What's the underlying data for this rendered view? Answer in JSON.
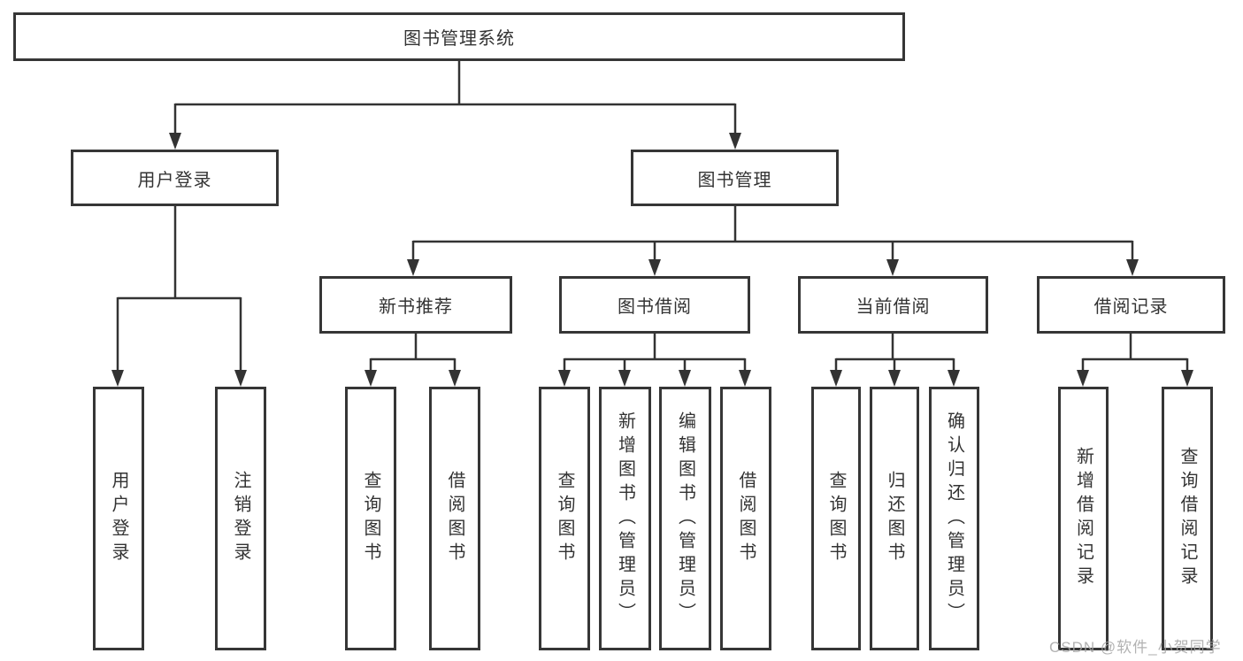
{
  "title": "图书管理系统",
  "watermark": {
    "text": "CSDN @软件_小贺同学"
  },
  "colors": {
    "line": "#333333",
    "box_border": "#363636",
    "text": "#333333",
    "background": "#ffffff",
    "watermark": "#a5a5a5"
  },
  "tree": {
    "root": {
      "label": "图书管理系统",
      "children": [
        {
          "label": "用户登录",
          "children": [
            {
              "label": "用户登录"
            },
            {
              "label": "注销登录"
            }
          ]
        },
        {
          "label": "图书管理",
          "children": [
            {
              "label": "新书推荐",
              "children": [
                {
                  "label": "查询图书"
                },
                {
                  "label": "借阅图书"
                }
              ]
            },
            {
              "label": "图书借阅",
              "children": [
                {
                  "label": "查询图书"
                },
                {
                  "label": "新增图书（管理员）"
                },
                {
                  "label": "编辑图书（管理员）"
                },
                {
                  "label": "借阅图书"
                }
              ]
            },
            {
              "label": "当前借阅",
              "children": [
                {
                  "label": "查询图书"
                },
                {
                  "label": "归还图书"
                },
                {
                  "label": "确认归还（管理员）"
                }
              ]
            },
            {
              "label": "借阅记录",
              "children": [
                {
                  "label": "新增借阅记录"
                },
                {
                  "label": "查询借阅记录"
                }
              ]
            }
          ]
        }
      ]
    }
  }
}
